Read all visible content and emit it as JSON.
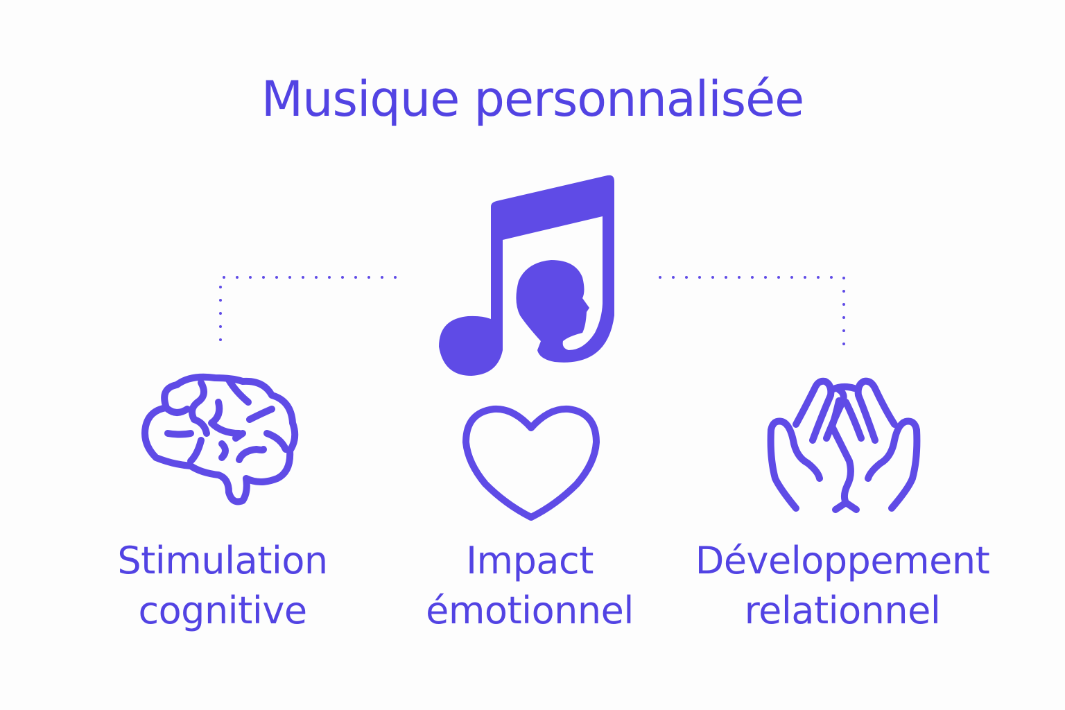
{
  "title": "Musique personnalisée",
  "colors": {
    "accent": "#5f4be6",
    "text": "#5243e3",
    "background": "#fdfdfd"
  },
  "center_icon": "music-note-with-head-icon",
  "branches": [
    {
      "icon": "brain-icon",
      "line1": "Stimulation",
      "line2": "cognitive"
    },
    {
      "icon": "heart-icon",
      "line1": "Impact",
      "line2": "émotionnel"
    },
    {
      "icon": "hands-icon",
      "line1": "Développement",
      "line2": "relationnel"
    }
  ]
}
